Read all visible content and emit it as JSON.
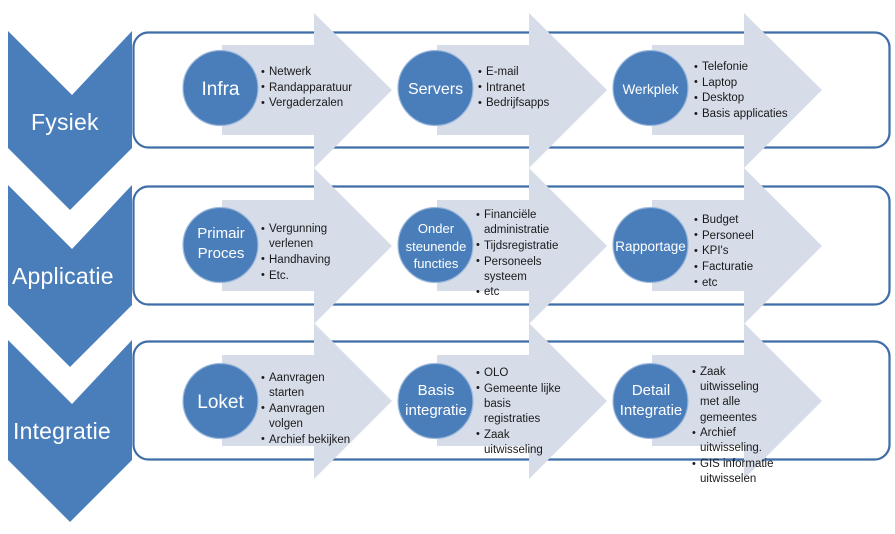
{
  "diagram": {
    "title": "Fysiek / Applicatie / Integratie lagen",
    "colors": {
      "blue": "#4A7EBB",
      "blue_border": "#3E6DA8",
      "arrow_gray": "#D6DCE8",
      "text_on_blue": "#FFFFFF",
      "bullet_text": "#1A1A1A",
      "background": "#FFFFFF"
    },
    "bands": [
      {
        "id": "fysiek",
        "label": "Fysiek",
        "nodes": [
          {
            "id": "infra",
            "label": "Infra",
            "bullets": [
              "Netwerk",
              "Randapparatuur",
              "Vergaderzalen"
            ]
          },
          {
            "id": "servers",
            "label": "Servers",
            "bullets": [
              "E-mail",
              "Intranet",
              "Bedrijfsapps"
            ]
          },
          {
            "id": "werkplek",
            "label": "Werkplek",
            "bullets": [
              "Telefonie",
              "Laptop",
              "Desktop",
              "Basis applicaties"
            ]
          }
        ]
      },
      {
        "id": "applicatie",
        "label": "Applicatie",
        "nodes": [
          {
            "id": "primair-proces",
            "label": "Primair\nProces",
            "bullets": [
              "Vergunning verlenen",
              "Handhaving",
              "Etc."
            ]
          },
          {
            "id": "ondersteunende-functies",
            "label": "Onder\nsteunende\nfuncties",
            "bullets": [
              "Financiële administratie",
              "Tijdsregistratie",
              "Personeels systeem",
              "etc"
            ]
          },
          {
            "id": "rapportage",
            "label": "Rapportage",
            "bullets": [
              "Budget",
              "Personeel",
              "KPI's",
              "Facturatie",
              "etc"
            ]
          }
        ]
      },
      {
        "id": "integratie",
        "label": "Integratie",
        "nodes": [
          {
            "id": "loket",
            "label": "Loket",
            "bullets": [
              "Aanvragen starten",
              "Aanvragen volgen",
              "Archief bekijken"
            ]
          },
          {
            "id": "basis-integratie",
            "label": "Basis\nintegratie",
            "bullets": [
              "OLO",
              "Gemeente lijke basis registraties",
              "Zaak uitwisseling"
            ]
          },
          {
            "id": "detail-integratie",
            "label": "Detail\nIntegratie",
            "bullets": [
              "Zaak uitwisseling met alle gemeentes",
              "Archief uitwisseling.",
              "GIS informatie uitwisselen"
            ]
          }
        ]
      }
    ]
  }
}
